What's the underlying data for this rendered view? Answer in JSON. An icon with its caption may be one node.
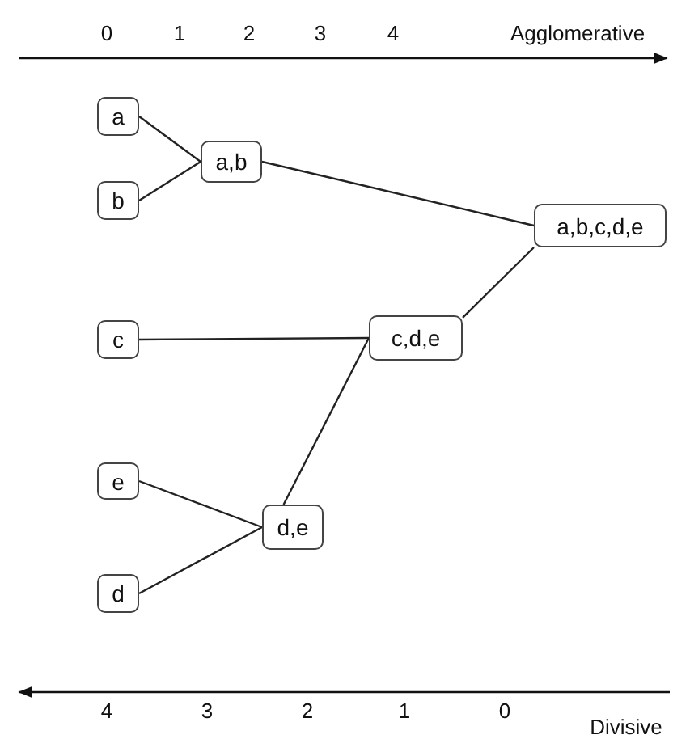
{
  "diagram": {
    "nodes": [
      {
        "text": [
          "a"
        ]
      },
      {
        "text": [
          "b"
        ]
      },
      {
        "text": [
          "a,b"
        ]
      },
      {
        "text": [
          "a,b,c,d,e"
        ]
      },
      {
        "text": [
          "c"
        ]
      },
      {
        "text": [
          "c,d,e"
        ]
      },
      {
        "text": [
          "e"
        ]
      },
      {
        "text": [
          "d"
        ]
      },
      {
        "text": [
          "d,e"
        ]
      }
    ],
    "edges": [
      {
        "from": 0,
        "to": 2,
        "arrow": "none"
      },
      {
        "from": 1,
        "to": 2,
        "arrow": "none"
      },
      {
        "from": 2,
        "to": 3,
        "arrow": "none"
      },
      {
        "from": 4,
        "to": 5,
        "arrow": "none"
      },
      {
        "from": 6,
        "to": 8,
        "arrow": "none"
      },
      {
        "from": 7,
        "to": 8,
        "arrow": "none"
      },
      {
        "from": 8,
        "to": 5,
        "arrow": "none"
      },
      {
        "from": 5,
        "to": 3,
        "arrow": "none"
      }
    ],
    "labels": [
      "0",
      "1",
      "2",
      "3",
      "4",
      "Agglomerative",
      "4",
      "3",
      "2",
      "1",
      "0",
      "Divisive"
    ]
  }
}
